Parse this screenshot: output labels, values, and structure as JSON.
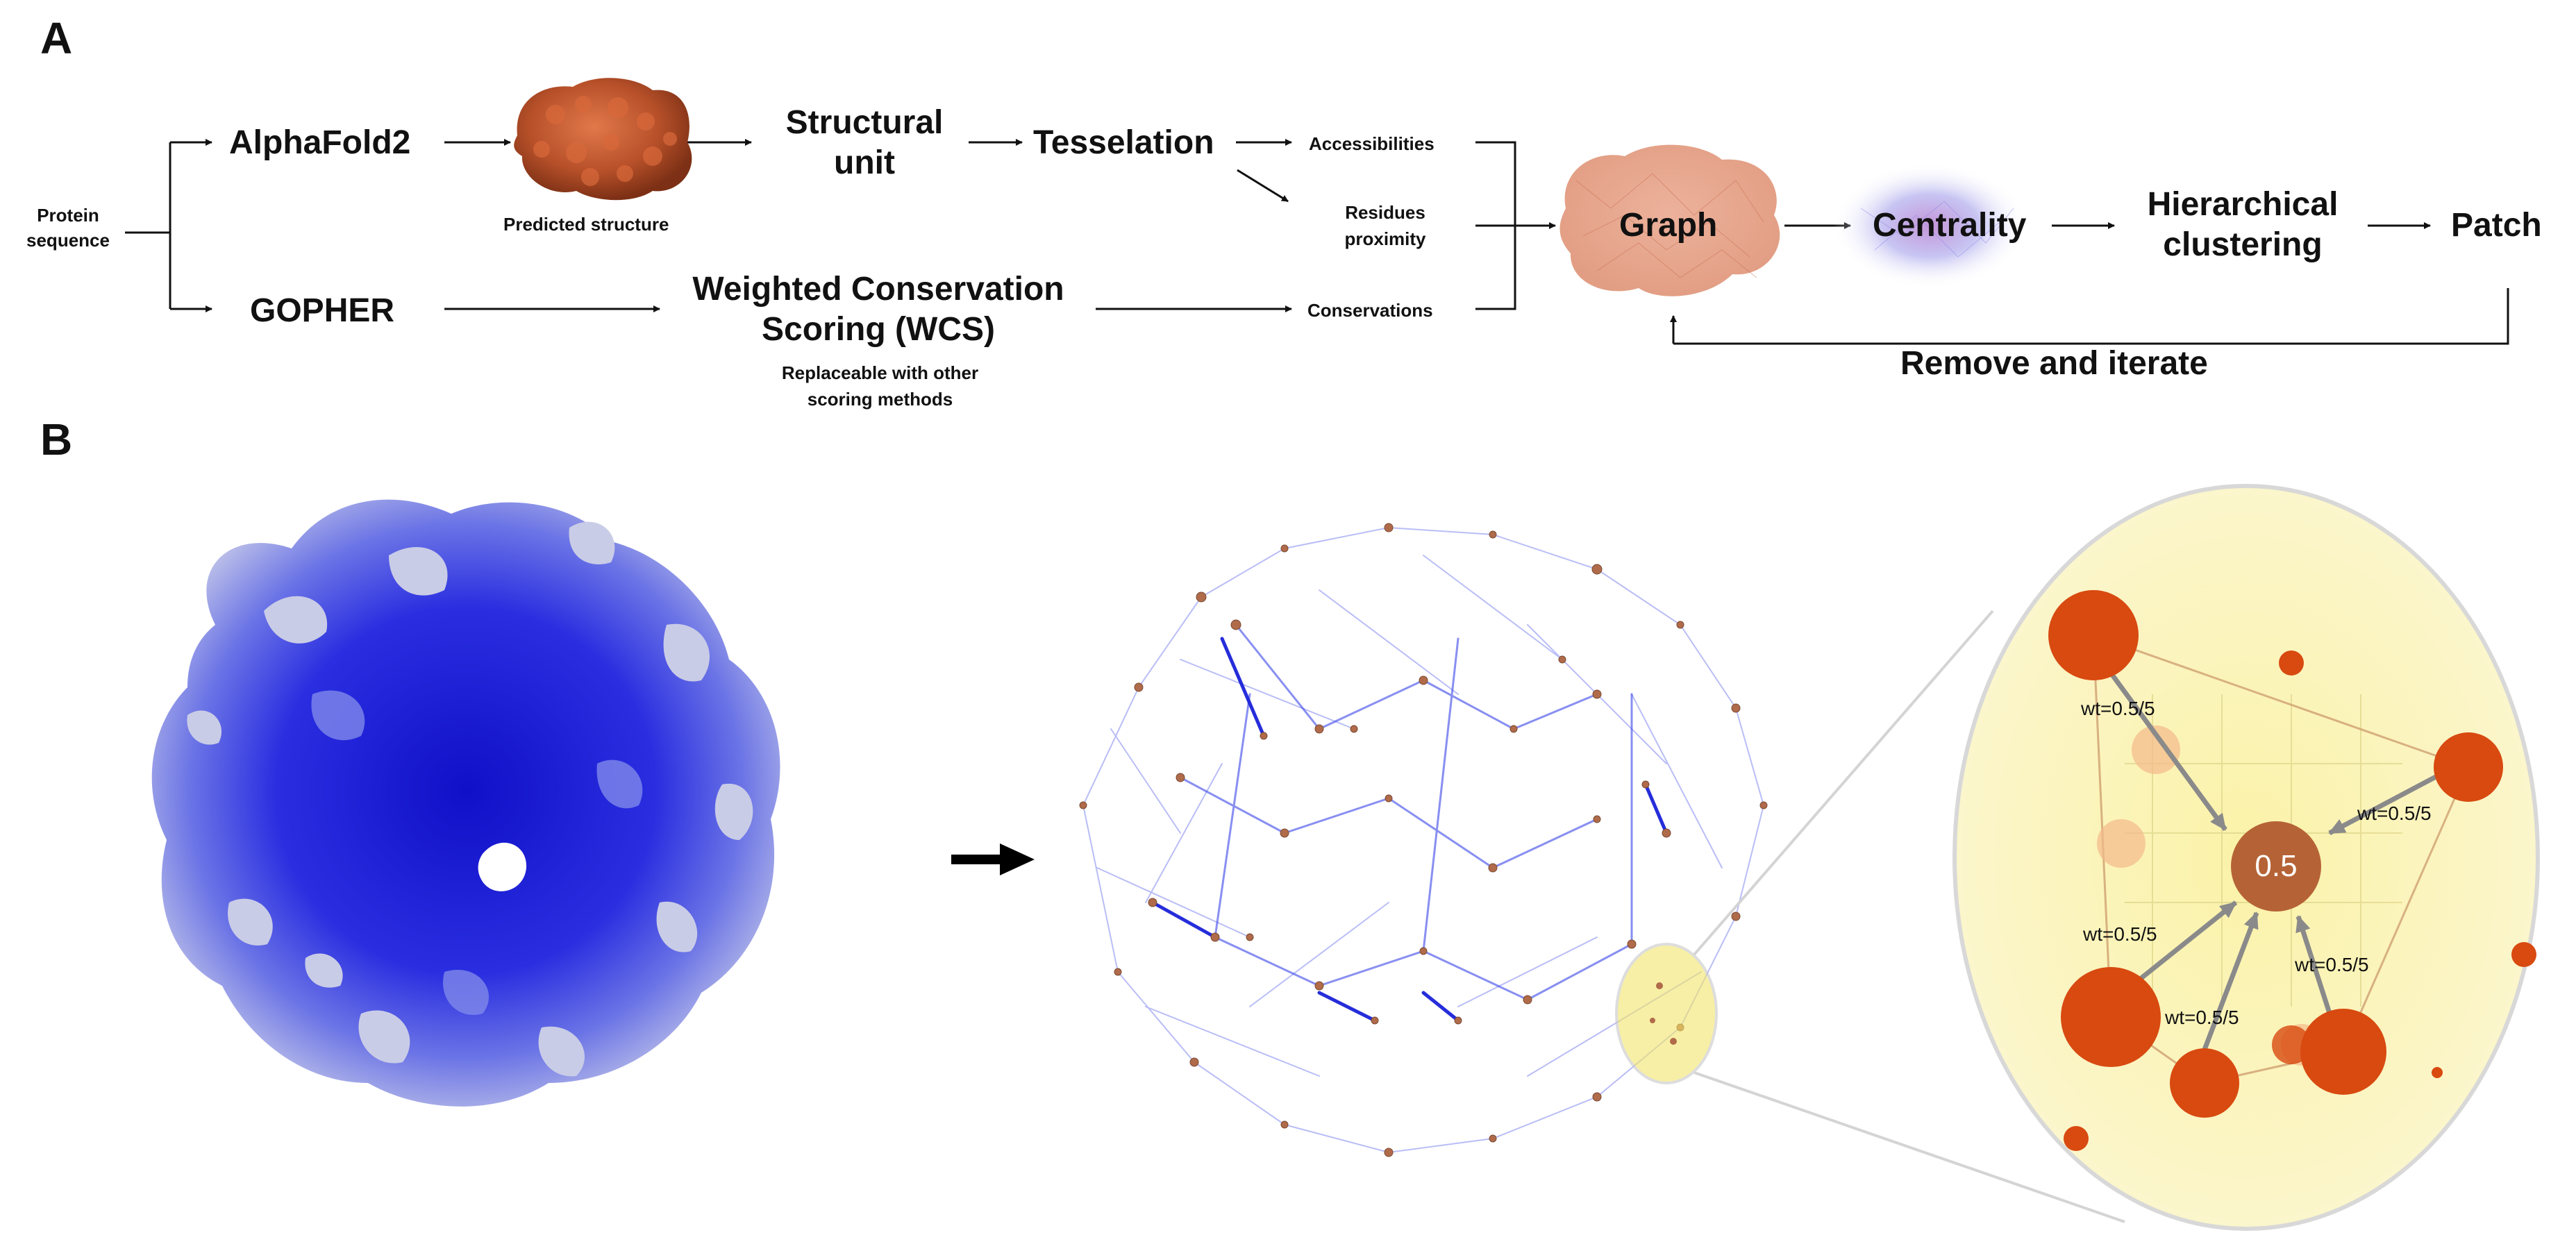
{
  "panels": {
    "a": "A",
    "b": "B"
  },
  "flow": {
    "input": "Protein sequence",
    "alphafold": "AlphaFold2",
    "predicted_structure": "Predicted structure",
    "structural_unit": "Structural unit",
    "tesselation": "Tesselation",
    "accessibilities": "Accessibilities",
    "residues_proximity": "Residues proximity",
    "conservations": "Conservations",
    "gopher": "GOPHER",
    "wcs": "Weighted Conservation Scoring (WCS)",
    "wcs_note": "Replaceable with other scoring methods",
    "graph": "Graph",
    "centrality": "Centrality",
    "hierarchical_clustering": "Hierarchical clustering",
    "patch": "Patch",
    "remove_iterate": "Remove and iterate"
  },
  "zoom": {
    "center_value": "0.5",
    "edge_labels": [
      "wt=0.5/5",
      "wt=0.5/5",
      "wt=0.5/5",
      "wt=0.5/5",
      "wt=0.5/5"
    ]
  },
  "colors": {
    "protein_orange": "#b5532e",
    "graph_blue": "#2b3ee0",
    "node_orange": "#d84a10",
    "zoom_fill": "#fbf6c6",
    "highlight_yellow": "#f3e56a"
  }
}
